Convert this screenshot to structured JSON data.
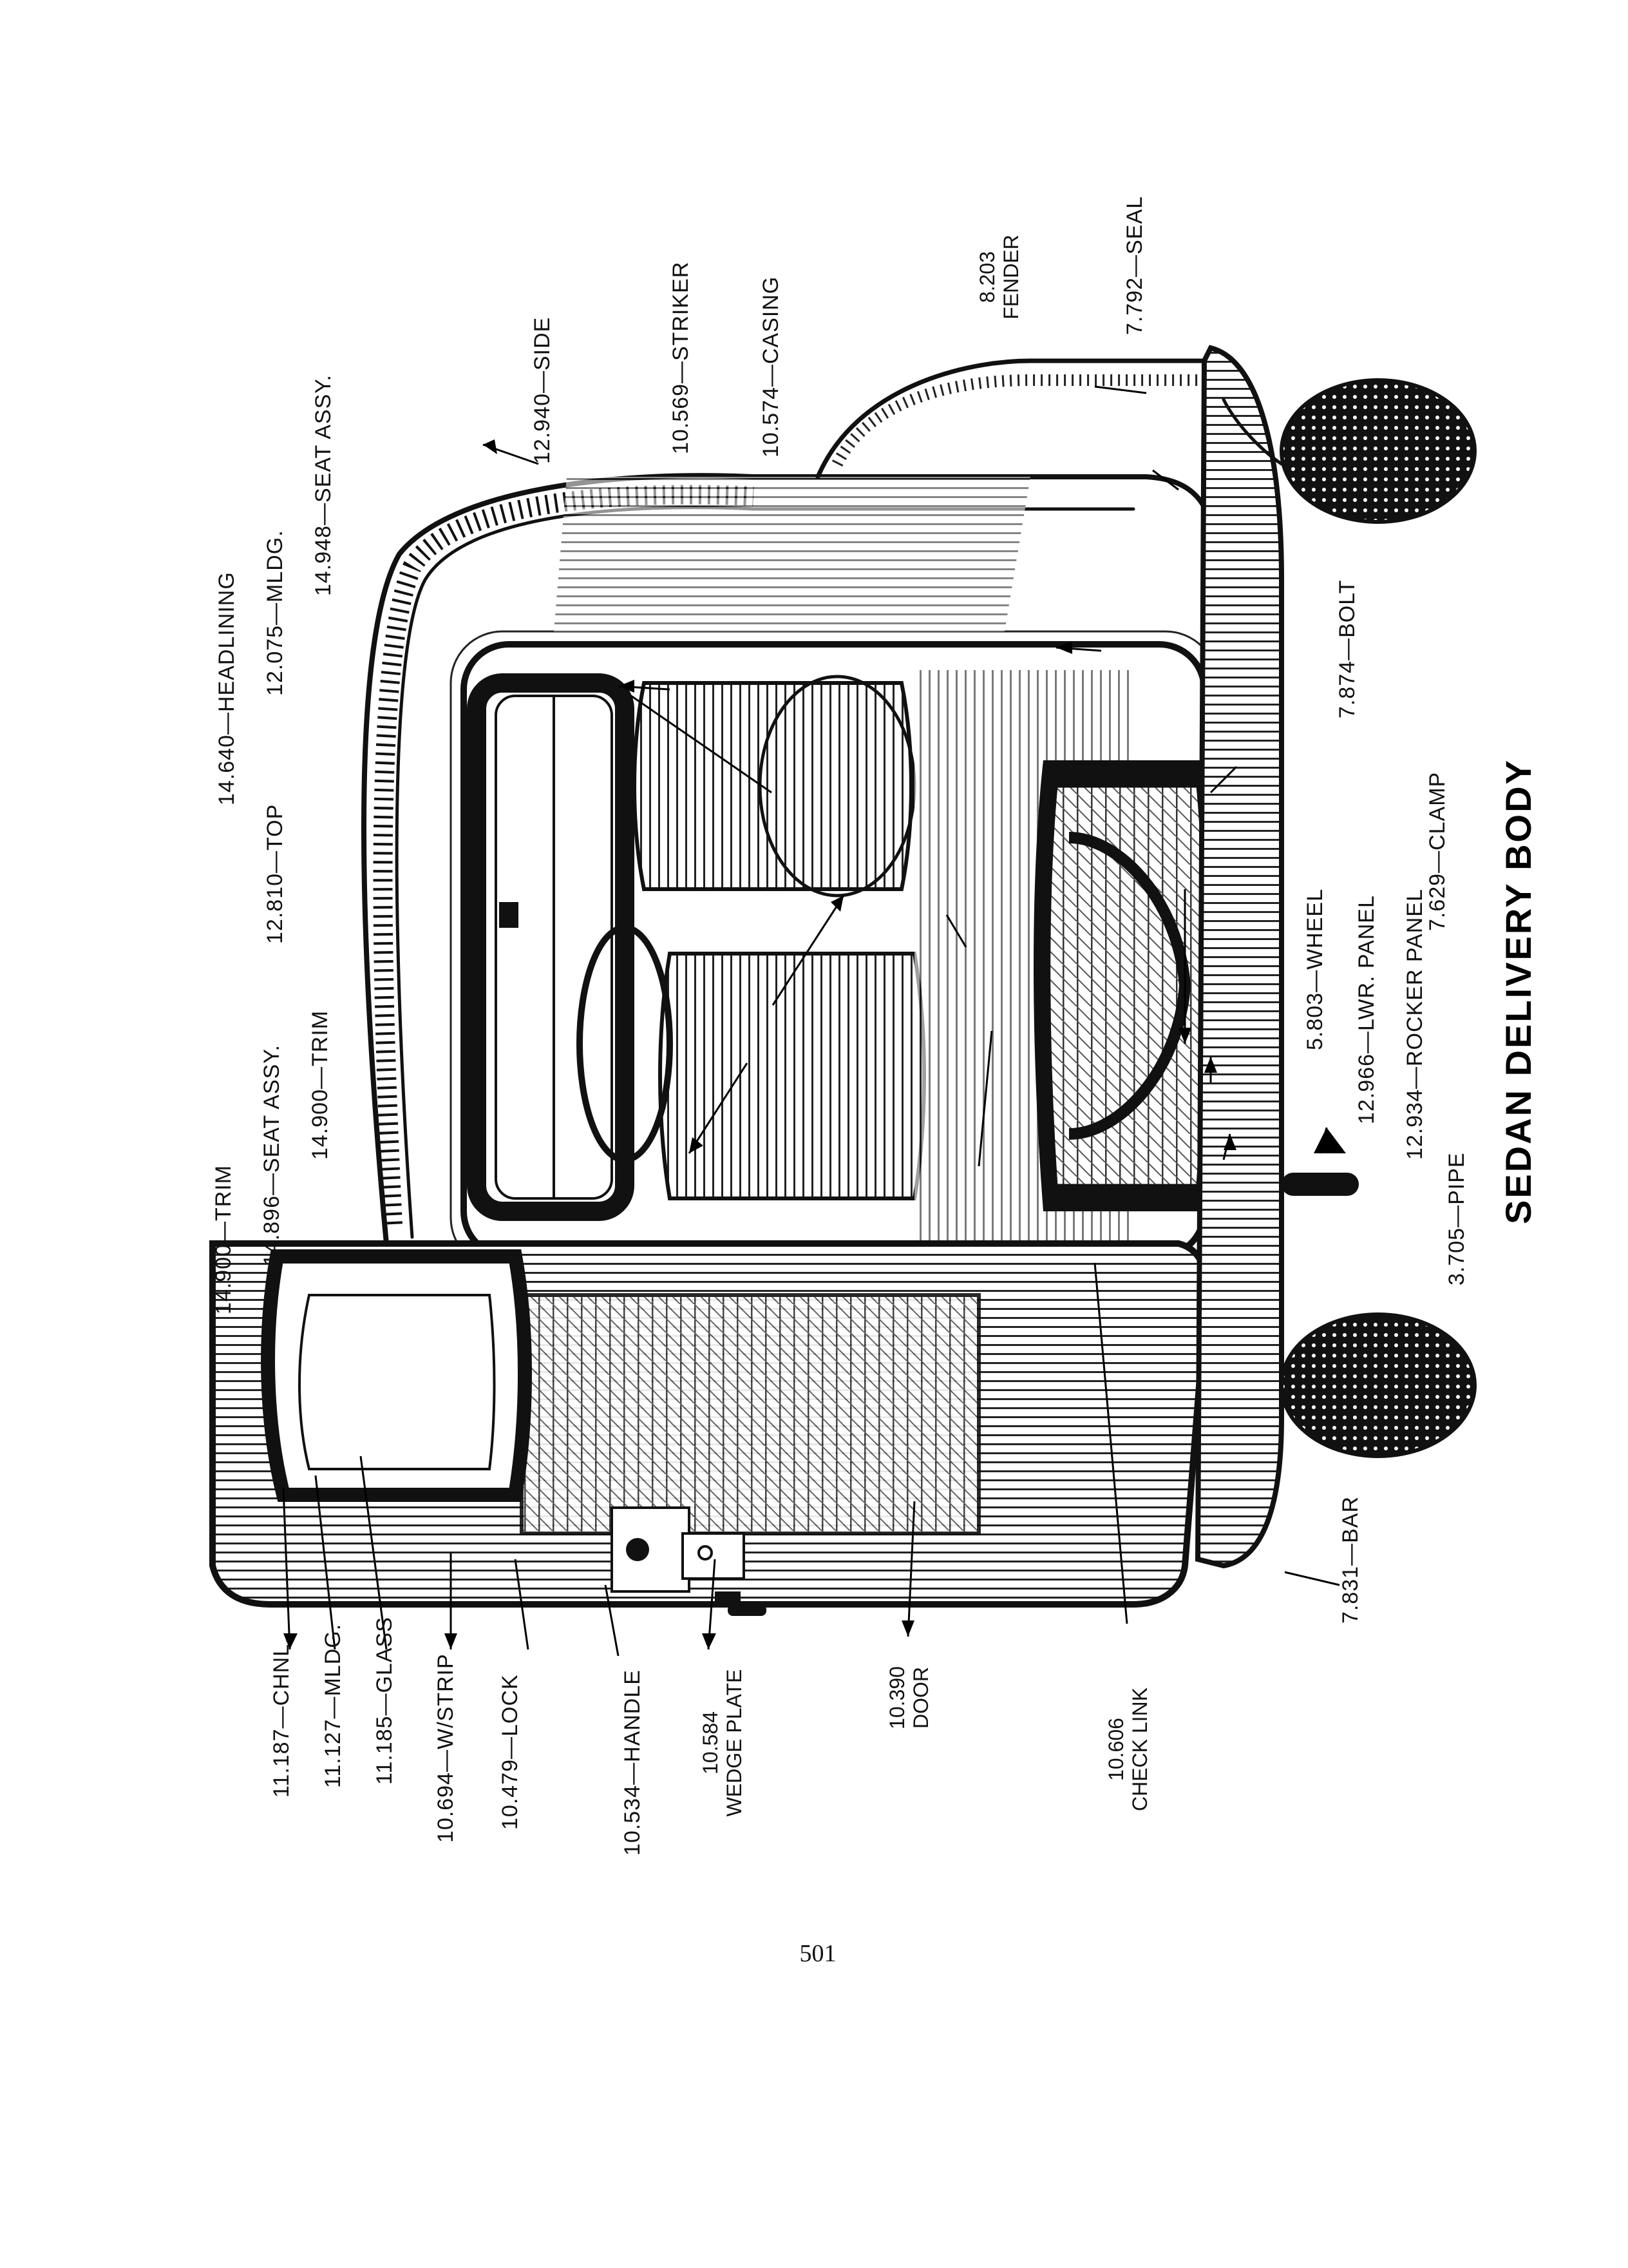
{
  "title": "SEDAN DELIVERY BODY",
  "page_number": "501",
  "callouts": [
    {
      "id": "side",
      "text": "12.940—SIDE"
    },
    {
      "id": "striker",
      "text": "10.569—STRIKER"
    },
    {
      "id": "casing",
      "text": "10.574—CASING"
    },
    {
      "id": "fender",
      "lines": [
        "8.203",
        "FENDER"
      ]
    },
    {
      "id": "seal",
      "text": "7.792—SEAL"
    },
    {
      "id": "seat-assy-upper",
      "text": "14.948—SEAT ASSY."
    },
    {
      "id": "mldg-upper",
      "text": "12.075—MLDG."
    },
    {
      "id": "headlining",
      "text": "14.640—HEADLINING"
    },
    {
      "id": "top",
      "text": "12.810—TOP"
    },
    {
      "id": "seat-assy-lower",
      "text": "14.896—SEAT ASSY."
    },
    {
      "id": "trim-1",
      "text": "14.900—TRIM"
    },
    {
      "id": "trim-2",
      "text": "14.900—TRIM"
    },
    {
      "id": "bolt",
      "text": "7.874—BOLT"
    },
    {
      "id": "clamp",
      "text": "7.629—CLAMP"
    },
    {
      "id": "wheel",
      "text": "5.803—WHEEL"
    },
    {
      "id": "lwr-panel",
      "text": "12.966—LWR. PANEL"
    },
    {
      "id": "rocker-panel",
      "text": "12.934—ROCKER PANEL"
    },
    {
      "id": "pipe",
      "text": "3.705—PIPE"
    },
    {
      "id": "bar",
      "text": "7.831—BAR"
    },
    {
      "id": "chnl",
      "text": "11.187—CHNL."
    },
    {
      "id": "mldg-lower",
      "text": "11.127—MLDG."
    },
    {
      "id": "glass",
      "text": "11.185—GLASS"
    },
    {
      "id": "w-strip",
      "text": "10.694—W/STRIP"
    },
    {
      "id": "lock",
      "text": "10.479—LOCK"
    },
    {
      "id": "handle",
      "text": "10.534—HANDLE"
    },
    {
      "id": "wedge-plate",
      "lines": [
        "10.584",
        "WEDGE PLATE"
      ]
    },
    {
      "id": "door",
      "lines": [
        "10.390",
        "DOOR"
      ]
    },
    {
      "id": "check-link",
      "lines": [
        "10.606",
        "CHECK LINK"
      ]
    }
  ]
}
